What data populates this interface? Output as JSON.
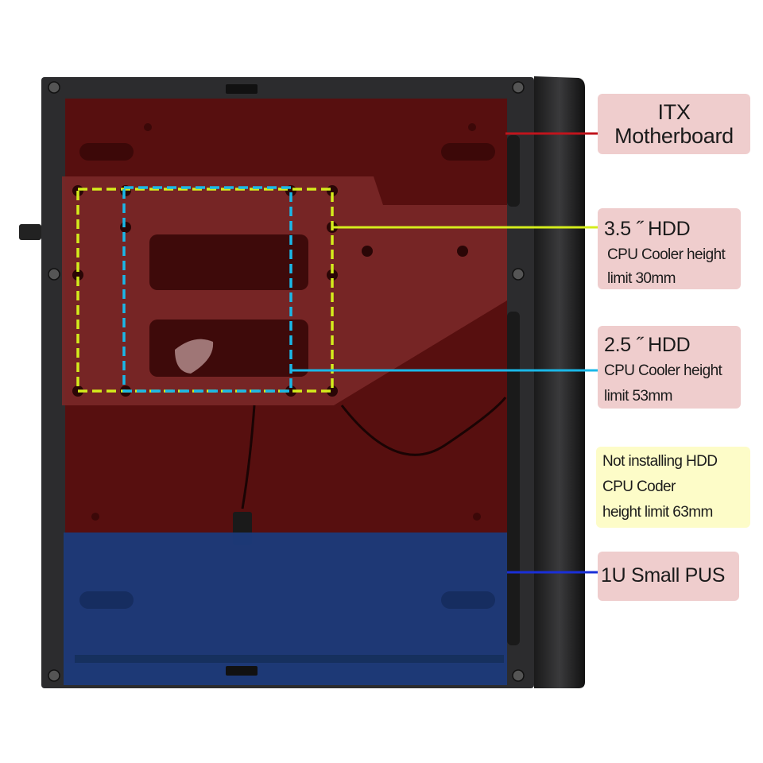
{
  "labels": {
    "itx": {
      "line1": "ITX",
      "line2": "Motherboard",
      "color": "#efcdcd"
    },
    "hdd35": {
      "title": "3.5 ˝ HDD",
      "sub1": "CPU Cooler height",
      "sub2": "limit 30mm",
      "color": "#efcdcd"
    },
    "hdd25": {
      "title": "2.5 ˝ HDD",
      "sub1": "CPU Cooler height",
      "sub2": "limit 53mm",
      "color": "#efcdcd"
    },
    "nohdd": {
      "line1": "Not installing HDD",
      "line2": "CPU Coder",
      "line3": "height limit 63mm",
      "color": "#fdfcc8"
    },
    "psu": {
      "title": "1U Small PUS",
      "color": "#efcdcd"
    }
  },
  "colors": {
    "motherboard_zone": "#5a0e0e",
    "psu_zone": "#1c3a7a",
    "itx_line": "#c0141c",
    "hdd35_line": "#d4ec1c",
    "hdd25_line": "#1ab8e8",
    "psu_line": "#1a2fd8",
    "case_frame": "#2a2a2c"
  }
}
